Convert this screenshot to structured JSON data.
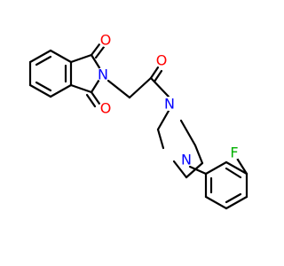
{
  "colors": {
    "background": "#ffffff",
    "bond": "#000000",
    "oxygen": "#ff0000",
    "nitrogen": "#0000ff",
    "fluorine": "#00b000"
  },
  "atoms": {
    "o_top": {
      "label": "O",
      "element": "oxygen"
    },
    "o_bottom": {
      "label": "O",
      "element": "oxygen"
    },
    "n_imide": {
      "label": "N",
      "element": "nitrogen"
    },
    "o_amide": {
      "label": "O",
      "element": "oxygen"
    },
    "n_piperazine_top": {
      "label": "N",
      "element": "nitrogen"
    },
    "n_piperazine_bottom": {
      "label": "N",
      "element": "nitrogen"
    },
    "f_aryl": {
      "label": "F",
      "element": "fluorine"
    }
  }
}
